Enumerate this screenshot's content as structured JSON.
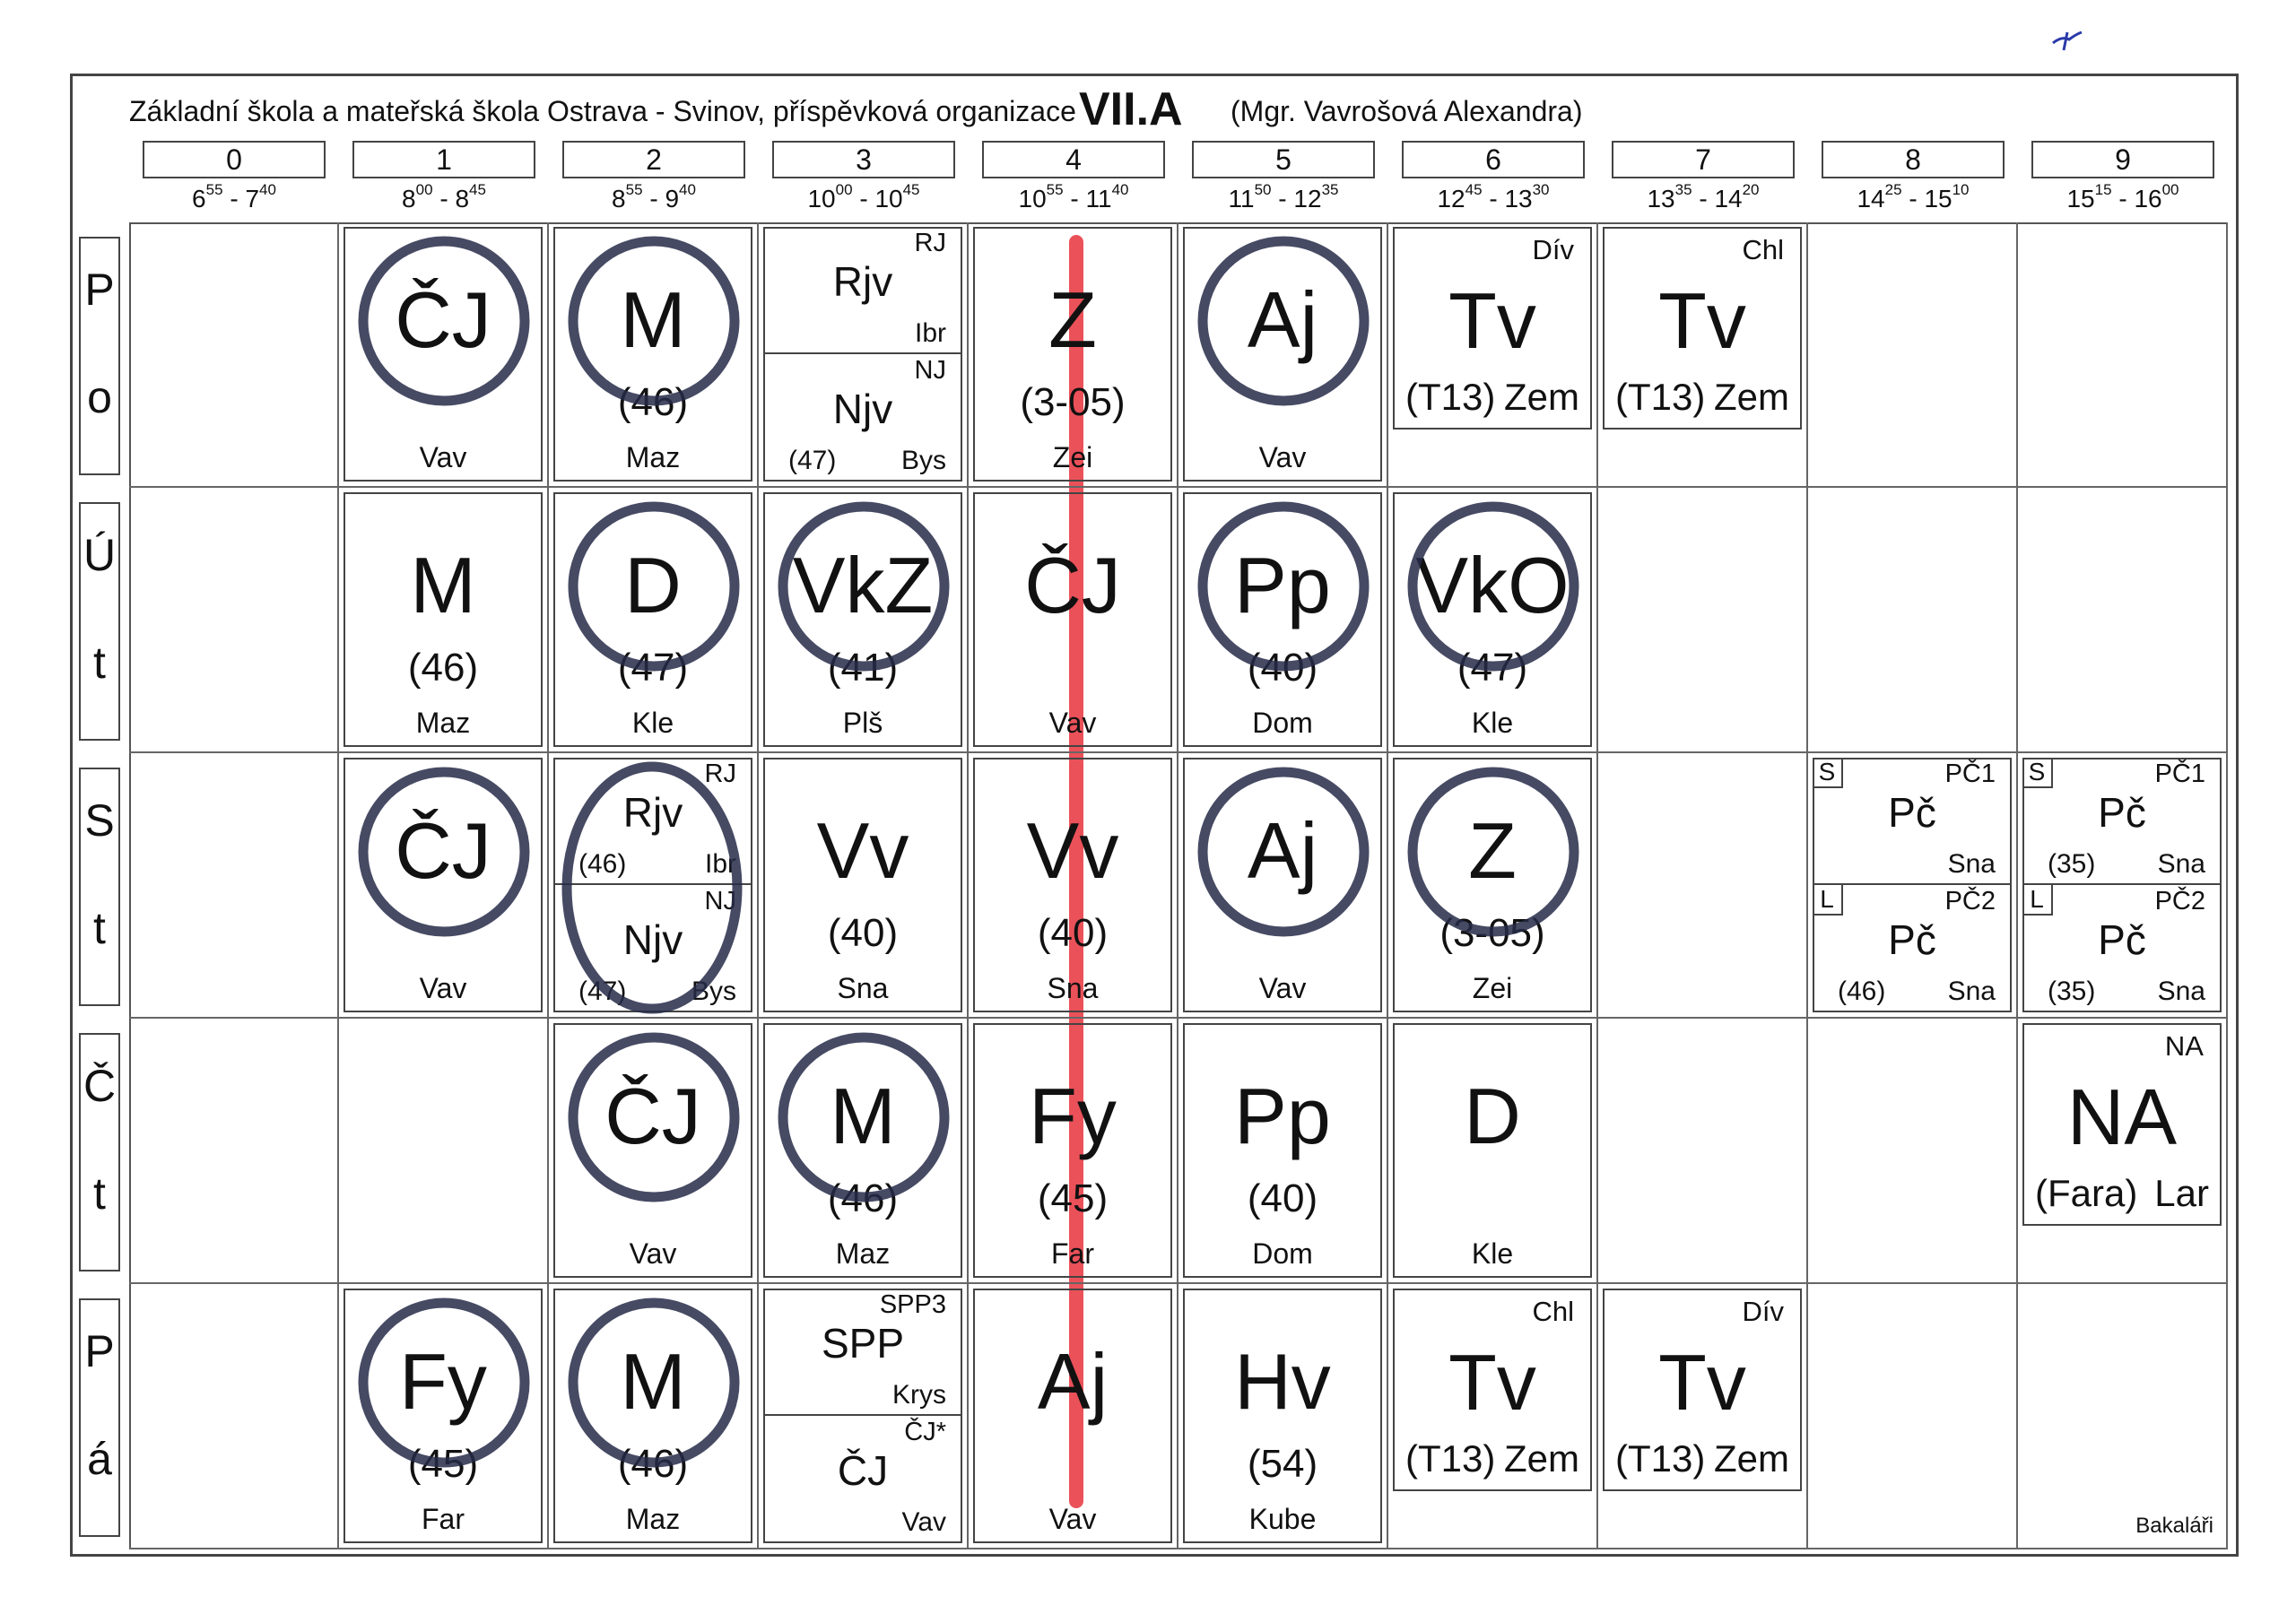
{
  "header": {
    "school": "Základní škola a mateřská škola Ostrava - Svinov, příspěvková organizace",
    "class": "VII.A",
    "teacher": "(Mgr. Vavrošová Alexandra)"
  },
  "periods": [
    {
      "num": "0",
      "from": "6",
      "from_min": "55",
      "to": "7",
      "to_min": "40"
    },
    {
      "num": "1",
      "from": "8",
      "from_min": "00",
      "to": "8",
      "to_min": "45"
    },
    {
      "num": "2",
      "from": "8",
      "from_min": "55",
      "to": "9",
      "to_min": "40"
    },
    {
      "num": "3",
      "from": "10",
      "from_min": "00",
      "to": "10",
      "to_min": "45"
    },
    {
      "num": "4",
      "from": "10",
      "from_min": "55",
      "to": "11",
      "to_min": "40"
    },
    {
      "num": "5",
      "from": "11",
      "from_min": "50",
      "to": "12",
      "to_min": "35"
    },
    {
      "num": "6",
      "from": "12",
      "from_min": "45",
      "to": "13",
      "to_min": "30"
    },
    {
      "num": "7",
      "from": "13",
      "from_min": "35",
      "to": "14",
      "to_min": "20"
    },
    {
      "num": "8",
      "from": "14",
      "from_min": "25",
      "to": "15",
      "to_min": "10"
    },
    {
      "num": "9",
      "from": "15",
      "from_min": "15",
      "to": "16",
      "to_min": "00"
    }
  ],
  "pen_colors": {
    "circle": "#262a48",
    "line": "#e8323c"
  },
  "days": [
    {
      "l1": "P",
      "l2": "o",
      "cells": [
        null,
        {
          "type": "single",
          "subject": "ČJ",
          "teacher": "Vav",
          "circled": true
        },
        {
          "type": "single",
          "subject": "M",
          "room": "(46)",
          "teacher": "Maz",
          "circled": true
        },
        {
          "type": "split",
          "parts": [
            {
              "group": "RJ",
              "subject": "Rjv",
              "teacher": "Ibr"
            },
            {
              "group": "NJ",
              "subject": "Njv",
              "room": "(47)",
              "teacher": "Bys"
            }
          ]
        },
        {
          "type": "single",
          "subject": "Z",
          "room": "(3-05)",
          "teacher": "Zei"
        },
        {
          "type": "single",
          "subject": "Aj",
          "teacher": "Vav",
          "circled": true
        },
        {
          "type": "short",
          "group": "Dív",
          "subject": "Tv",
          "room": "(T13)",
          "teacher": "Zem"
        },
        {
          "type": "short",
          "group": "Chl",
          "subject": "Tv",
          "room": "(T13)",
          "teacher": "Zem"
        },
        null,
        null
      ]
    },
    {
      "l1": "Ú",
      "l2": "t",
      "cells": [
        null,
        {
          "type": "single",
          "subject": "M",
          "room": "(46)",
          "teacher": "Maz"
        },
        {
          "type": "single",
          "subject": "D",
          "room": "(47)",
          "teacher": "Kle",
          "circled": true
        },
        {
          "type": "single",
          "subject": "VkZ",
          "room": "(41)",
          "teacher": "Plš",
          "circled": true
        },
        {
          "type": "single",
          "subject": "ČJ",
          "teacher": "Vav"
        },
        {
          "type": "single",
          "subject": "Pp",
          "room": "(40)",
          "teacher": "Dom",
          "circled": true
        },
        {
          "type": "single",
          "subject": "VkO",
          "room": "(47)",
          "teacher": "Kle",
          "circled": true
        },
        null,
        null,
        null
      ]
    },
    {
      "l1": "S",
      "l2": "t",
      "cells": [
        null,
        {
          "type": "single",
          "subject": "ČJ",
          "teacher": "Vav",
          "circled": true
        },
        {
          "type": "split",
          "circled": true,
          "parts": [
            {
              "group": "RJ",
              "subject": "Rjv",
              "room": "(46)",
              "teacher": "Ibr"
            },
            {
              "group": "NJ",
              "subject": "Njv",
              "room": "(47)",
              "teacher": "Bys"
            }
          ]
        },
        {
          "type": "single",
          "subject": "Vv",
          "room": "(40)",
          "teacher": "Sna"
        },
        {
          "type": "single",
          "subject": "Vv",
          "room": "(40)",
          "teacher": "Sna"
        },
        {
          "type": "single",
          "subject": "Aj",
          "teacher": "Vav",
          "circled": true
        },
        {
          "type": "single",
          "subject": "Z",
          "room": "(3-05)",
          "teacher": "Zei",
          "circled": true
        },
        null,
        {
          "type": "split",
          "parts": [
            {
              "tag": "S",
              "group": "PČ1",
              "subject": "Pč",
              "teacher": "Sna"
            },
            {
              "tag": "L",
              "group": "PČ2",
              "subject": "Pč",
              "room": "(46)",
              "teacher": "Sna"
            }
          ]
        },
        {
          "type": "split",
          "parts": [
            {
              "tag": "S",
              "group": "PČ1",
              "subject": "Pč",
              "room": "(35)",
              "teacher": "Sna"
            },
            {
              "tag": "L",
              "group": "PČ2",
              "subject": "Pč",
              "room": "(35)",
              "teacher": "Sna"
            }
          ]
        }
      ]
    },
    {
      "l1": "Č",
      "l2": "t",
      "cells": [
        null,
        null,
        {
          "type": "single",
          "subject": "ČJ",
          "teacher": "Vav",
          "circled": true
        },
        {
          "type": "single",
          "subject": "M",
          "room": "(46)",
          "teacher": "Maz",
          "circled": true
        },
        {
          "type": "single",
          "subject": "Fy",
          "room": "(45)",
          "teacher": "Far"
        },
        {
          "type": "single",
          "subject": "Pp",
          "room": "(40)",
          "teacher": "Dom"
        },
        {
          "type": "single",
          "subject": "D",
          "teacher": "Kle"
        },
        null,
        null,
        {
          "type": "short",
          "group": "NA",
          "subject": "NA",
          "room": "(Fara)",
          "teacher": "Lar"
        }
      ]
    },
    {
      "l1": "P",
      "l2": "á",
      "cells": [
        null,
        {
          "type": "single",
          "subject": "Fy",
          "room": "(45)",
          "teacher": "Far",
          "circled": true
        },
        {
          "type": "single",
          "subject": "M",
          "room": "(46)",
          "teacher": "Maz",
          "circled": true
        },
        {
          "type": "split",
          "parts": [
            {
              "group": "SPP3",
              "subject": "SPP",
              "teacher": "Krys"
            },
            {
              "group": "ČJ*",
              "subject": "ČJ",
              "teacher": "Vav"
            }
          ]
        },
        {
          "type": "single",
          "subject": "Aj",
          "teacher": "Vav"
        },
        {
          "type": "single",
          "subject": "Hv",
          "room": "(54)",
          "teacher": "Kube"
        },
        {
          "type": "short",
          "group": "Chl",
          "subject": "Tv",
          "room": "(T13)",
          "teacher": "Zem"
        },
        {
          "type": "short",
          "group": "Dív",
          "subject": "Tv",
          "room": "(T13)",
          "teacher": "Zem"
        },
        null,
        null
      ]
    }
  ],
  "footer": "Bakaláři"
}
